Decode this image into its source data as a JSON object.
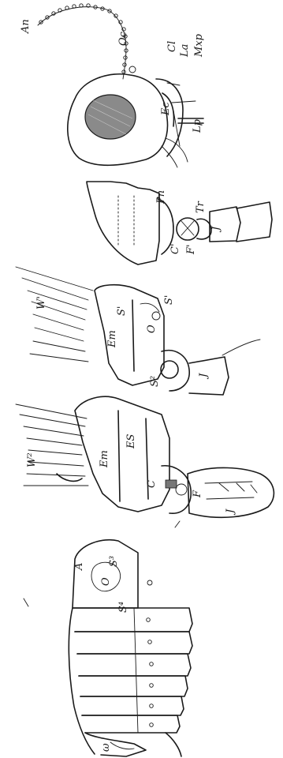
{
  "labels": {
    "an": "An",
    "oc": "Oc",
    "cl": "Cl",
    "la": "La",
    "mxp": "Mxp",
    "lp": "Lp",
    "ec": "Ec",
    "pn": "Pn",
    "tr": "Tr",
    "c1": "C'",
    "f1": "F'",
    "j1": "J",
    "w1": "W'",
    "s1": "S'",
    "o": "O",
    "s1_sclerite": "S'",
    "em1": "Em",
    "s2": "S²",
    "j2": "J",
    "w2": "W²",
    "es3": "ES",
    "em3": "Em",
    "c3": "C",
    "f3": "F",
    "j3": "J",
    "a": "A",
    "o2": "O",
    "s3": "S³",
    "s4": "S⁴",
    "tip": "ω"
  }
}
